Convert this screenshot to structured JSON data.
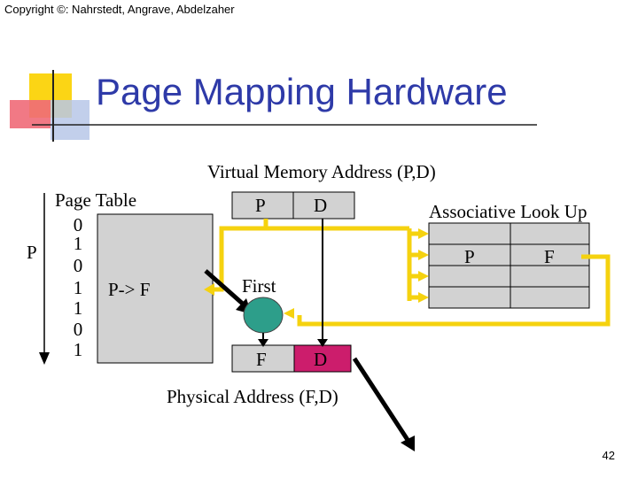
{
  "copyright": "Copyright ©: Nahrstedt, Angrave, Abdelzaher",
  "title": "Page Mapping Hardware",
  "virtual_address_label": "Virtual Memory Address (P,D)",
  "virtual_address": {
    "p": "P",
    "d": "D"
  },
  "page_table": {
    "label": "Page Table",
    "index_label": "P",
    "entries": [
      "0",
      "1",
      "0",
      "1",
      "1",
      "0",
      "1"
    ],
    "mapping_label": "P-> F"
  },
  "associative": {
    "label": "Associative Look Up",
    "p_header": "P",
    "f_header": "F"
  },
  "first_label": "First",
  "physical_address": {
    "f": "F",
    "d": "D"
  },
  "physical_address_label": "Physical Address (F,D)",
  "slide_number": "42",
  "colors": {
    "title": "#2e3aa8",
    "box_fill": "#d2d2d2",
    "physical_d_fill": "#cc1d6c",
    "arrow_yellow": "#f5d20f",
    "first_circle": "#2d9e8a",
    "deco_yellow": "#fbd515",
    "deco_red": "#f06a78",
    "deco_blue": "#b7c7e8"
  }
}
